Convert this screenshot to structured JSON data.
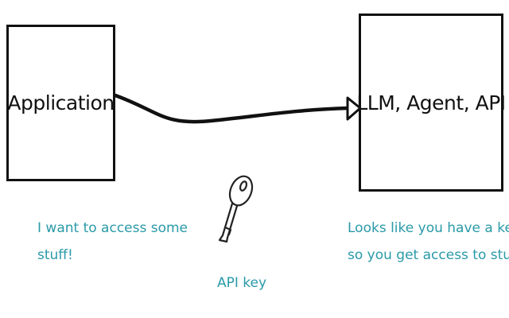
{
  "nodes": {
    "application": {
      "label": "Application"
    },
    "llm_agent_api": {
      "label": "LLM, Agent, API"
    }
  },
  "annotations": {
    "app_request": {
      "line1": "I want to access some",
      "line2": "stuff!"
    },
    "granted": {
      "line1": "Looks like you have a key,",
      "line2": "so you get access to stuff!"
    },
    "key_label": "API key"
  },
  "icons": {
    "connector": "arrow-icon",
    "key": "key-icon"
  },
  "colors": {
    "stroke": "#111111",
    "annotation": "#2a9aa8"
  }
}
